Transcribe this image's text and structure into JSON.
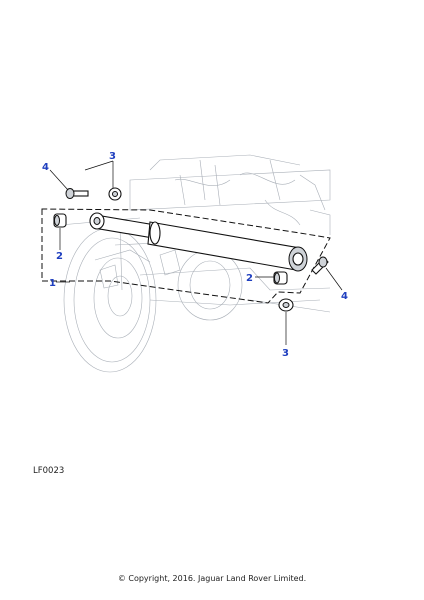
{
  "callouts": {
    "c1": "1",
    "c2_left": "2",
    "c2_right": "2",
    "c3_top": "3",
    "c3_bottom": "3",
    "c4_left": "4",
    "c4_right": "4"
  },
  "reference_code": "LF0023",
  "copyright": "© Copyright, 2016. Jaguar Land Rover Limited.",
  "colors": {
    "callout": "#1f3fbf",
    "line": "#111111",
    "background_drawing": "#aab0b8"
  }
}
